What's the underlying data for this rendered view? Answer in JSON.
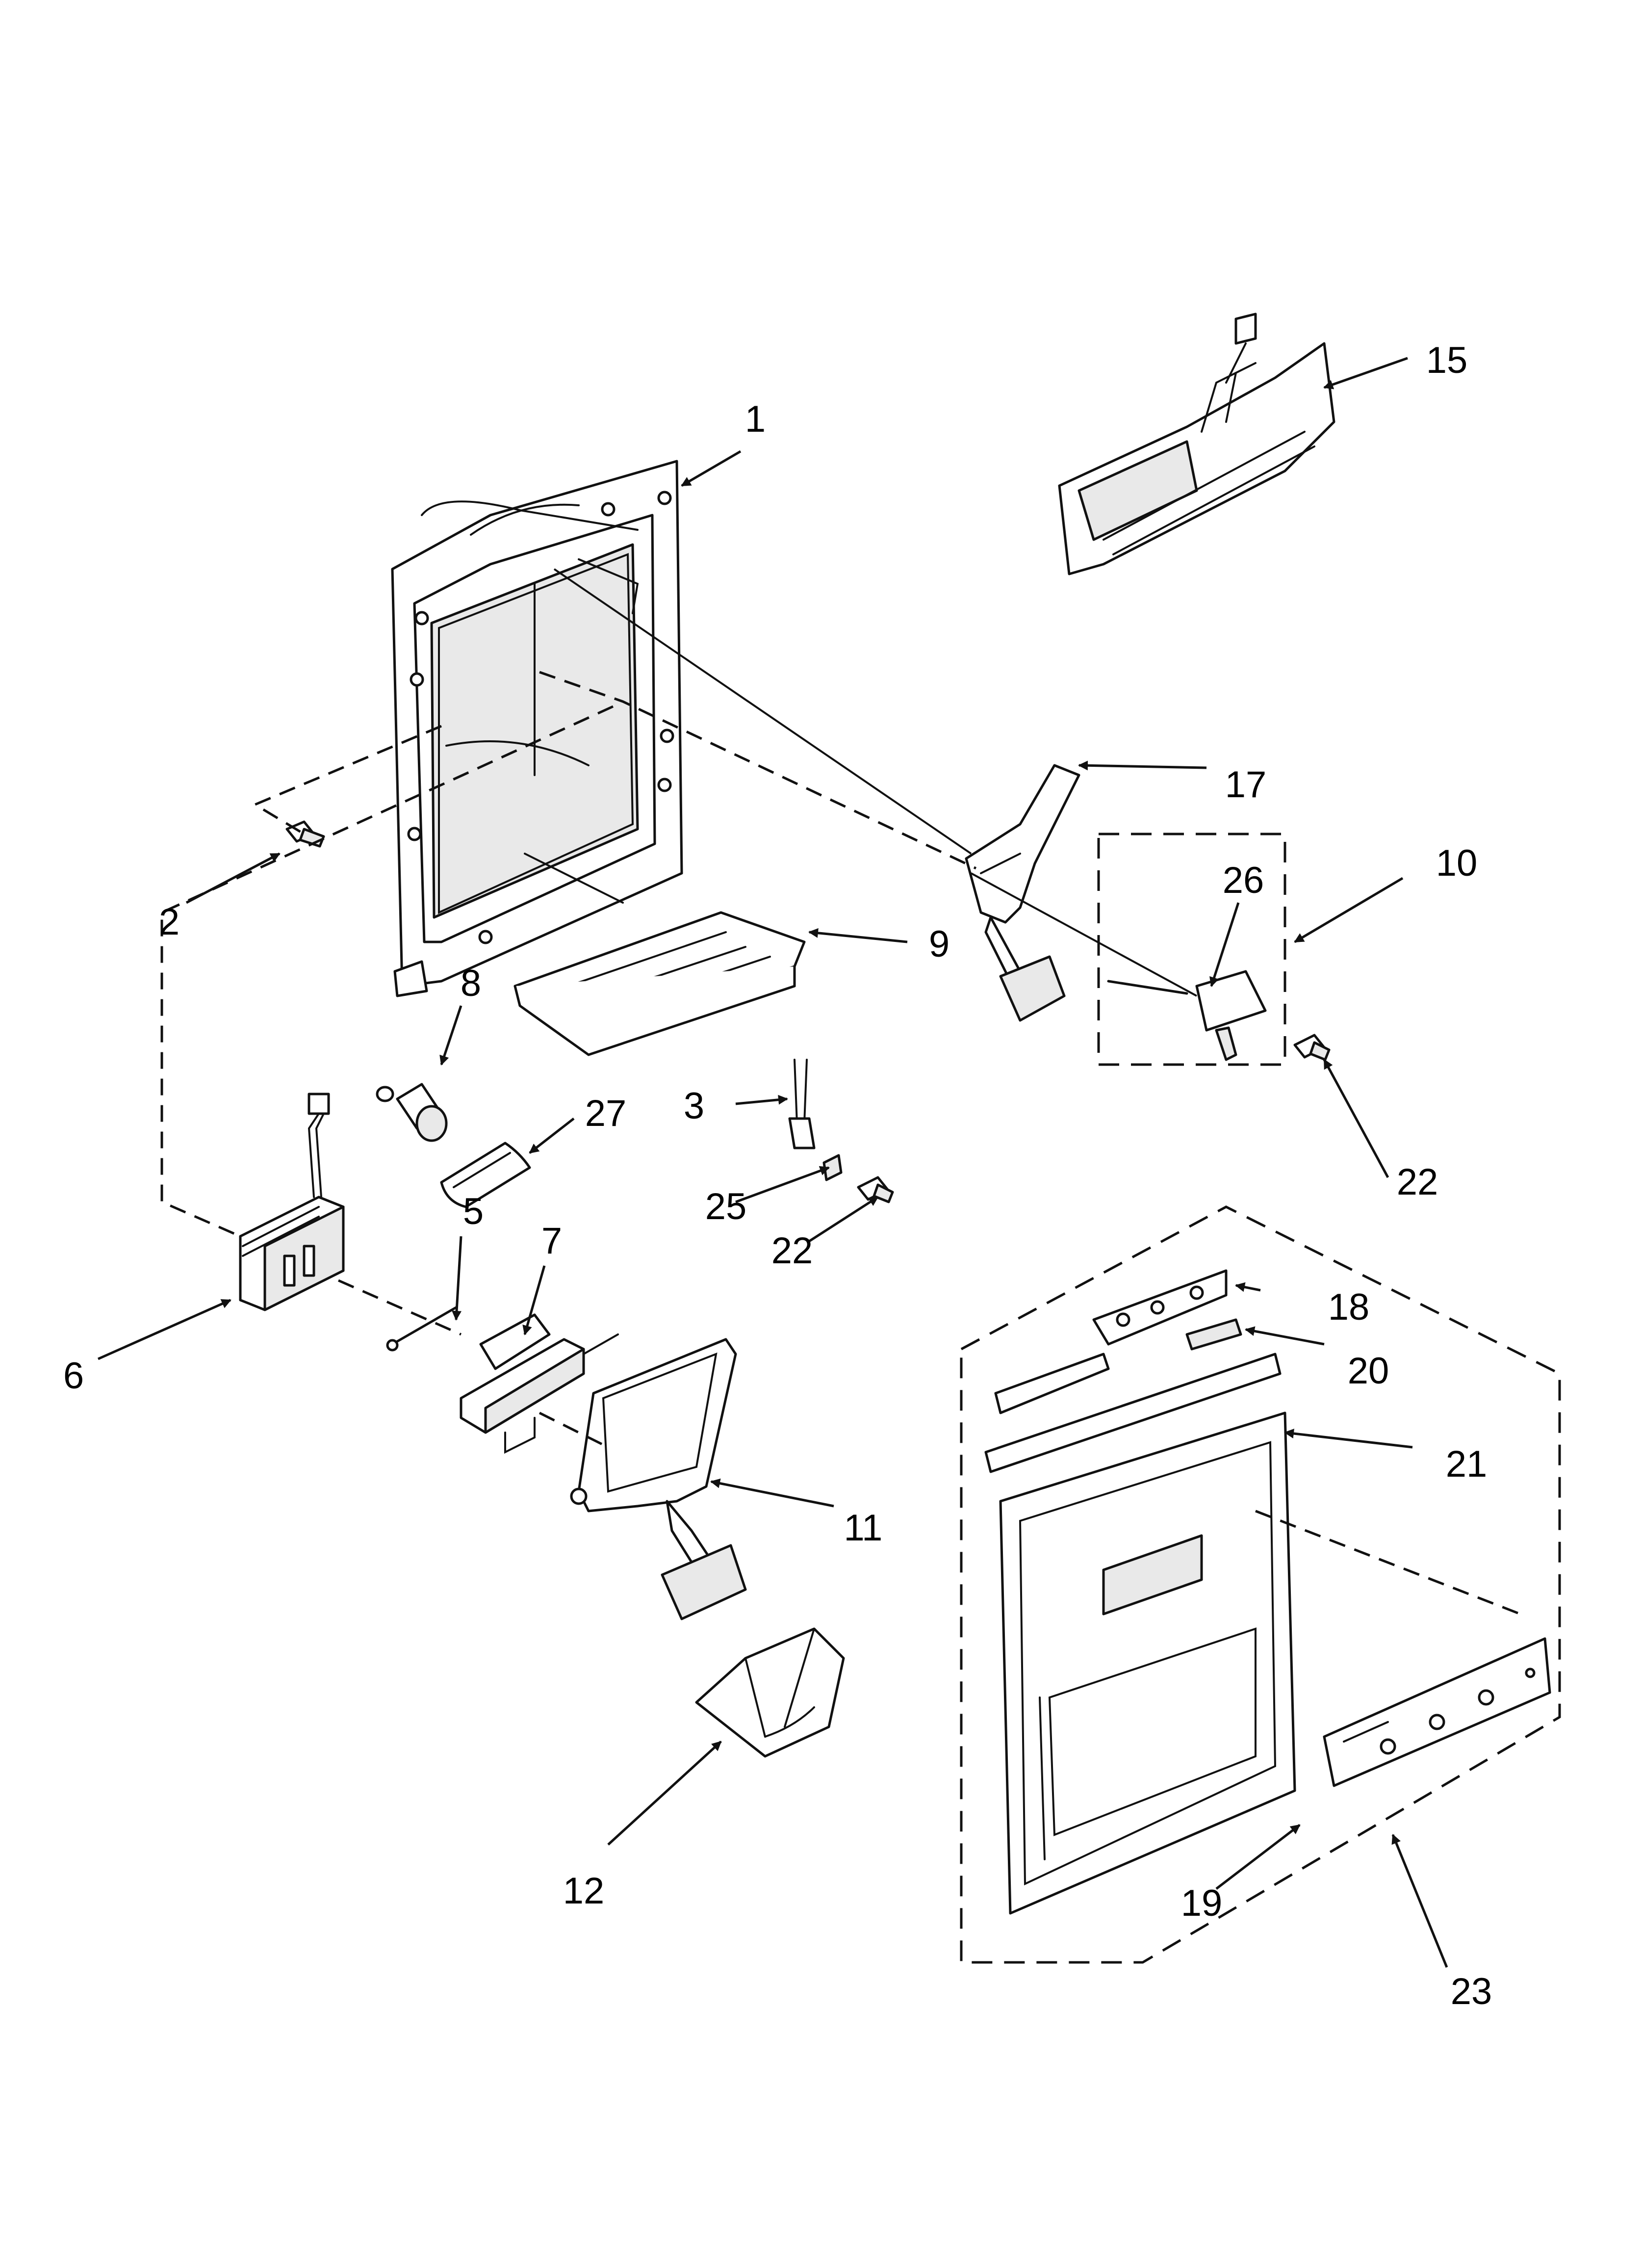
{
  "callouts": {
    "c1": "1",
    "c2": "2",
    "c3": "3",
    "c5": "5",
    "c6": "6",
    "c7": "7",
    "c8": "8",
    "c9": "9",
    "c10": "10",
    "c11": "11",
    "c12": "12",
    "c15": "15",
    "c17": "17",
    "c18": "18",
    "c19": "19",
    "c20": "20",
    "c21": "21",
    "c22a": "22",
    "c22b": "22",
    "c23": "23",
    "c25": "25",
    "c26": "26",
    "c27": "27"
  },
  "colors": {
    "line": "#111111",
    "background": "#ffffff"
  }
}
